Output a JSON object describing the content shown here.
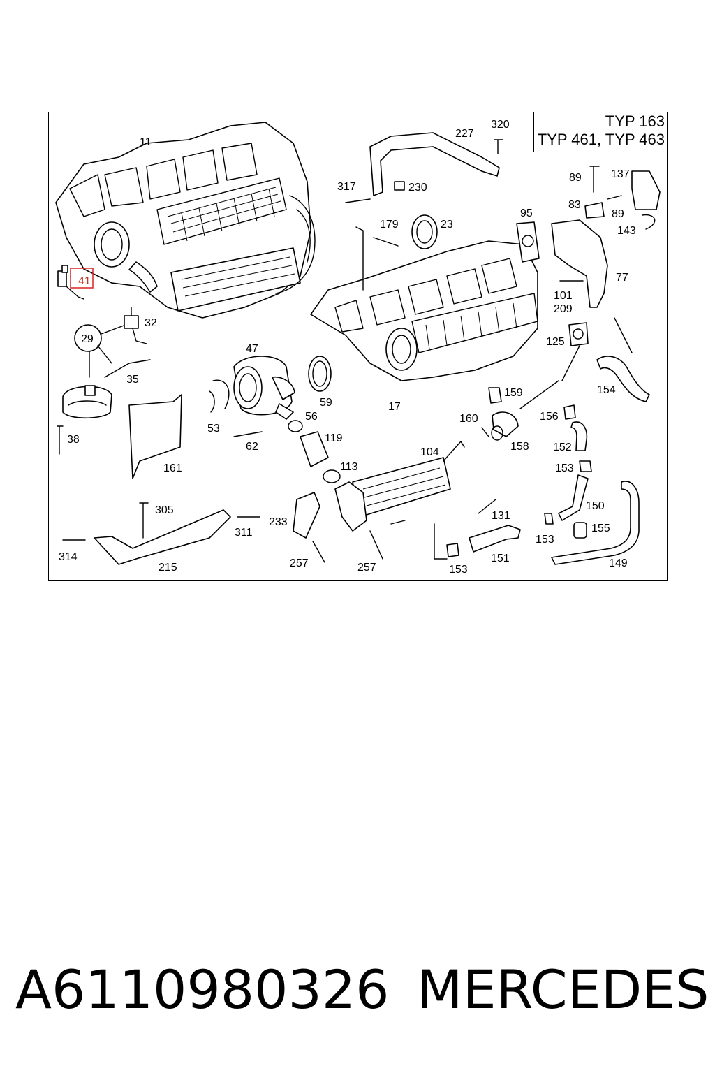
{
  "diagram": {
    "type_lines": [
      "TYP 163",
      "TYP 461, TYP 463"
    ],
    "labels": [
      "11",
      "41",
      "32",
      "29",
      "35",
      "38",
      "161",
      "47",
      "53",
      "62",
      "56",
      "59",
      "119",
      "113",
      "305",
      "311",
      "233",
      "314",
      "215",
      "257",
      "257",
      "227",
      "320",
      "317",
      "230",
      "179",
      "23",
      "95",
      "89",
      "137",
      "83",
      "89",
      "143",
      "77",
      "101",
      "209",
      "125",
      "154",
      "17",
      "159",
      "160",
      "158",
      "104",
      "131",
      "156",
      "152",
      "153",
      "150",
      "155",
      "153",
      "151",
      "153",
      "149"
    ],
    "highlighted_label": "41",
    "highlight_color": "#e03030"
  },
  "caption": {
    "part_number": "A6110980326",
    "brand": "MERCEDES"
  }
}
